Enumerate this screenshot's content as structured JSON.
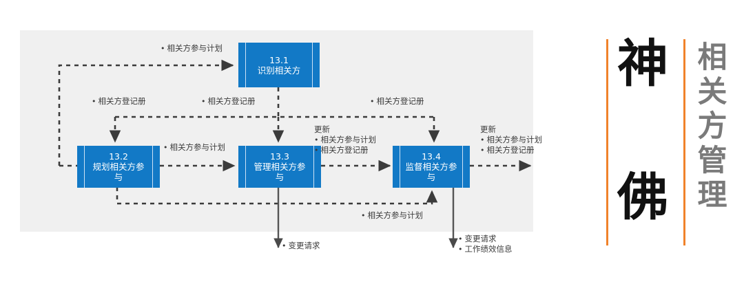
{
  "diagram": {
    "panel_bg": "#f0f0f0",
    "box_fill": "#1279c6",
    "line_color": "#3b3b3b",
    "processes": [
      {
        "id": "13.1",
        "number": "13.1",
        "name": "识别相关方"
      },
      {
        "id": "13.2",
        "number": "13.2",
        "name": "规划相关方参与"
      },
      {
        "id": "13.3",
        "number": "13.3",
        "name": "管理相关方参与"
      },
      {
        "id": "13.4",
        "number": "13.4",
        "name": "监督相关方参与"
      }
    ],
    "labels": {
      "to_131_plan": "相关方参与计划",
      "reg_left": "相关方登记册",
      "reg_mid": "相关方登记册",
      "reg_right": "相关方登记册",
      "plan_132_to_133": "相关方参与计划",
      "update_133_hdr": "更新",
      "update_133_i1": "相关方参与计划",
      "update_133_i2": "相关方登记册",
      "update_134_hdr": "更新",
      "update_134_i1": "相关方参与计划",
      "update_134_i2": "相关方登记册",
      "feedback_plan": "相关方参与计划",
      "out_133_change": "变更请求",
      "out_134_change": "变更请求",
      "out_134_perf": "工作绩效信息"
    }
  },
  "title_card": {
    "accent_color": "#f0822a",
    "big_top": "神",
    "big_bottom": "佛",
    "vertical_text": "相关方管理"
  }
}
